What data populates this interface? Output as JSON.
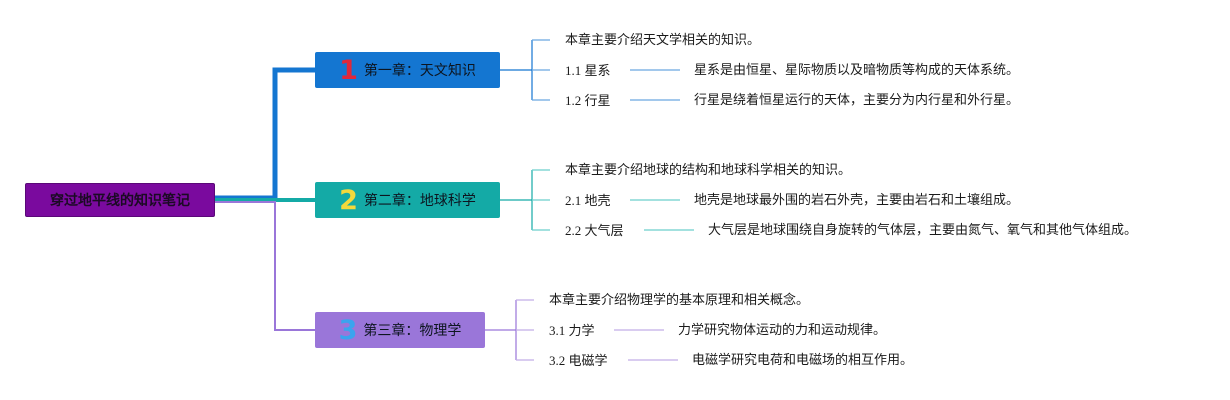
{
  "root": {
    "label": "穿过地平线的知识笔记"
  },
  "chapters": [
    {
      "number": "1",
      "title": "第一章：天文知识",
      "intro": "本章主要介绍天文学相关的知识。",
      "sections": [
        {
          "label": "1.1 星系",
          "desc": "星系是由恒星、星际物质以及暗物质等构成的天体系统。"
        },
        {
          "label": "1.2 行星",
          "desc": "行星是绕着恒星运行的天体，主要分为内行星和外行星。"
        }
      ]
    },
    {
      "number": "2",
      "title": "第二章：地球科学",
      "intro": "本章主要介绍地球的结构和地球科学相关的知识。",
      "sections": [
        {
          "label": "2.1 地壳",
          "desc": "地壳是地球最外围的岩石外壳，主要由岩石和土壤组成。"
        },
        {
          "label": "2.2 大气层",
          "desc": "大气层是地球围绕自身旋转的气体层，主要由氮气、氧气和其他气体组成。"
        }
      ]
    },
    {
      "number": "3",
      "title": "第三章：物理学",
      "intro": "本章主要介绍物理学的基本原理和相关概念。",
      "sections": [
        {
          "label": "3.1 力学",
          "desc": "力学研究物体运动的力和运动规律。"
        },
        {
          "label": "3.2 电磁学",
          "desc": "电磁学研究电荷和电磁场的相互作用。"
        }
      ]
    }
  ],
  "colors": {
    "root": "#7a0a9e",
    "chapter_1": "#1476d1",
    "chapter_2": "#14aaa6",
    "chapter_3": "#9a76d9"
  }
}
